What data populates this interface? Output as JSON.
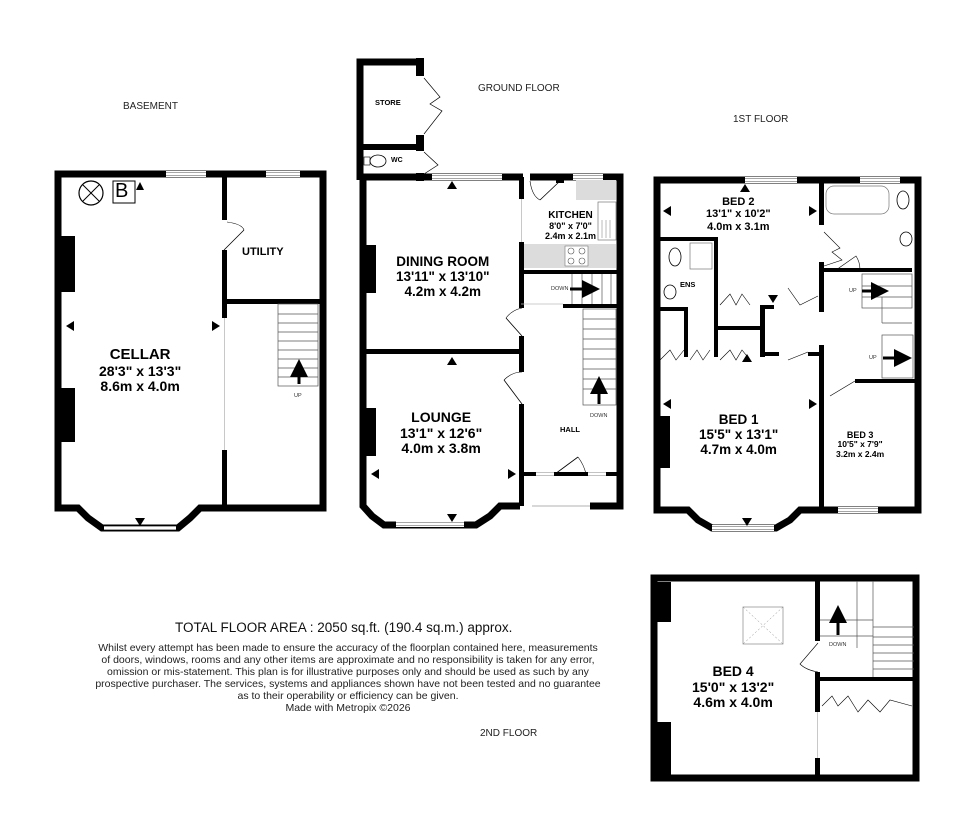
{
  "floors": {
    "basement": {
      "title": "BASEMENT",
      "rooms": {
        "cellar": {
          "name": "CELLAR",
          "imperial": "28'3\"  x 13'3\"",
          "metric": "8.6m  x 4.0m"
        },
        "utility": {
          "name": "UTILITY"
        }
      },
      "stairs_label": "UP",
      "boiler_symbol": "B"
    },
    "ground": {
      "title": "GROUND FLOOR",
      "rooms": {
        "store": {
          "name": "STORE"
        },
        "wc": {
          "name": "WC"
        },
        "dining": {
          "name": "DINING ROOM",
          "imperial": "13'11\"  x 13'10\"",
          "metric": "4.2m  x 4.2m"
        },
        "kitchen": {
          "name": "KITCHEN",
          "imperial": "8'0\"  x 7'0\"",
          "metric": "2.4m  x 2.1m"
        },
        "lounge": {
          "name": "LOUNGE",
          "imperial": "13'1\"  x 12'6\"",
          "metric": "4.0m  x 3.8m"
        },
        "hall": {
          "name": "HALL"
        }
      },
      "stairs_down_label": "DOWN",
      "stairs_hall_label": "DOWN"
    },
    "first": {
      "title": "1ST FLOOR",
      "rooms": {
        "bed2": {
          "name": "BED 2",
          "imperial": "13'1\"  x 10'2\"",
          "metric": "4.0m  x 3.1m"
        },
        "ens": {
          "name": "ENS"
        },
        "bed1": {
          "name": "BED 1",
          "imperial": "15'5\"  x 13'1\"",
          "metric": "4.7m  x 4.0m"
        },
        "bed3": {
          "name": "BED 3",
          "imperial": "10'5\"  x 7'9\"",
          "metric": "3.2m  x 2.4m"
        }
      },
      "stairs_up_label_1": "UP",
      "stairs_up_label_2": "UP"
    },
    "second": {
      "title": "2ND FLOOR",
      "rooms": {
        "bed4": {
          "name": "BED 4",
          "imperial": "15'0\"  x 13'2\"",
          "metric": "4.6m  x 4.0m"
        }
      },
      "stairs_down_label": "DOWN"
    }
  },
  "summary": {
    "total_area": "TOTAL FLOOR AREA : 2050 sq.ft. (190.4 sq.m.) approx.",
    "disclaimer_lines": [
      "Whilst every attempt has been made to ensure the accuracy of the floorplan contained here, measurements",
      "of doors, windows, rooms and any other items are approximate and no responsibility is taken for any error,",
      "omission or mis-statement. This plan is for illustrative purposes only and should be used as such by any",
      "prospective purchaser. The services, systems and appliances shown have not been tested and no guarantee",
      "as to their operability or efficiency can be given.",
      "Made with Metropix ©2026"
    ]
  },
  "colors": {
    "wall": "#000000",
    "kitchen_counter": "#dcdcdc",
    "window": "#ffffff",
    "text": "#000000"
  }
}
